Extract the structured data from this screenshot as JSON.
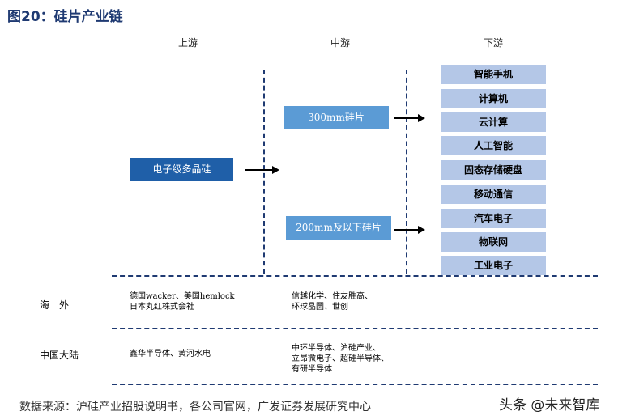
{
  "title": "图20：硅片产业链",
  "columns": {
    "upstream": "上游",
    "midstream": "中游",
    "downstream": "下游"
  },
  "upstream_box": "电子级多晶硅",
  "midstream_boxes": [
    "300mm硅片",
    "200mm及以下硅片"
  ],
  "downstream_items": [
    "智能手机",
    "计算机",
    "云计算",
    "人工智能",
    "固态存储硬盘",
    "移动通信",
    "汽车电子",
    "物联网",
    "工业电子"
  ],
  "rows": [
    {
      "label": "海　外",
      "upstream": [
        "德国wacker、美国hemlock",
        "日本丸红株式会社"
      ],
      "midstream": [
        "信越化学、住友胜高、",
        "环球晶圆、世创"
      ]
    },
    {
      "label": "中国大陆",
      "upstream": [
        "鑫华半导体、黄河水电"
      ],
      "midstream": [
        "中环半导体、沪硅产业、",
        "立昂微电子、超硅半导体、",
        "有研半导体"
      ]
    }
  ],
  "source": "数据来源：沪硅产业招股说明书，各公司官网，广发证券发展研究中心",
  "watermark": "头条 @未来智库",
  "colors": {
    "dark_box": "#1f5fa8",
    "mid_box": "#5b9bd5",
    "light_box": "#b4c7e7",
    "dash": "#1f3a72"
  }
}
